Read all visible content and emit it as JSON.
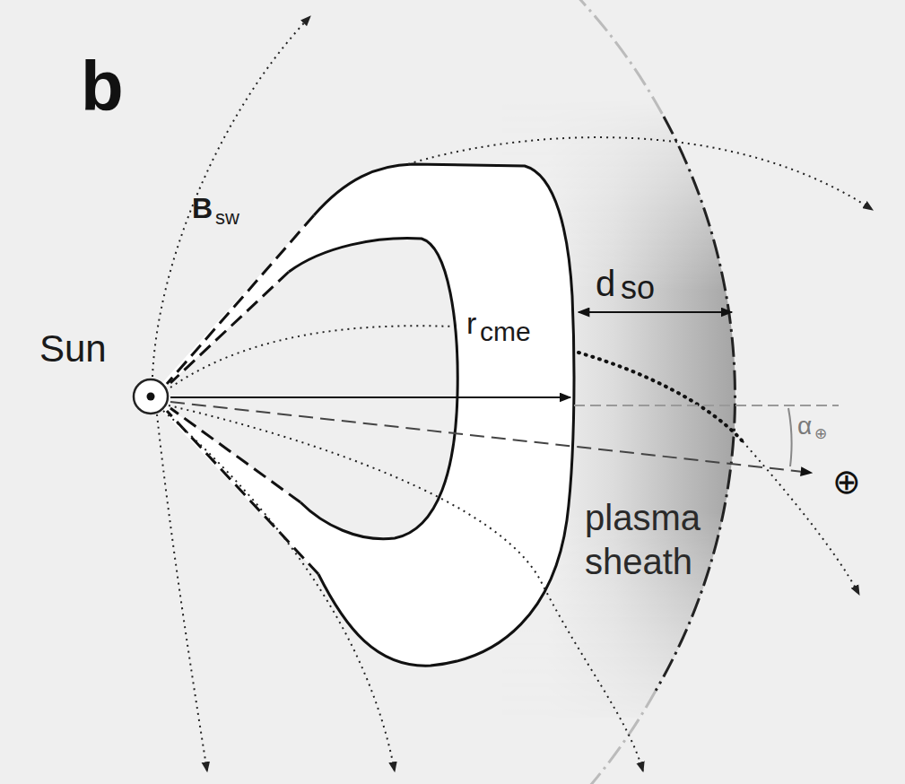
{
  "diagram": {
    "labels": [
      "b",
      "B",
      "sw",
      "Sun",
      "r",
      "cme",
      "d",
      "so",
      "α",
      "⊕",
      "⊕",
      "plasma sheath"
    ]
  }
}
